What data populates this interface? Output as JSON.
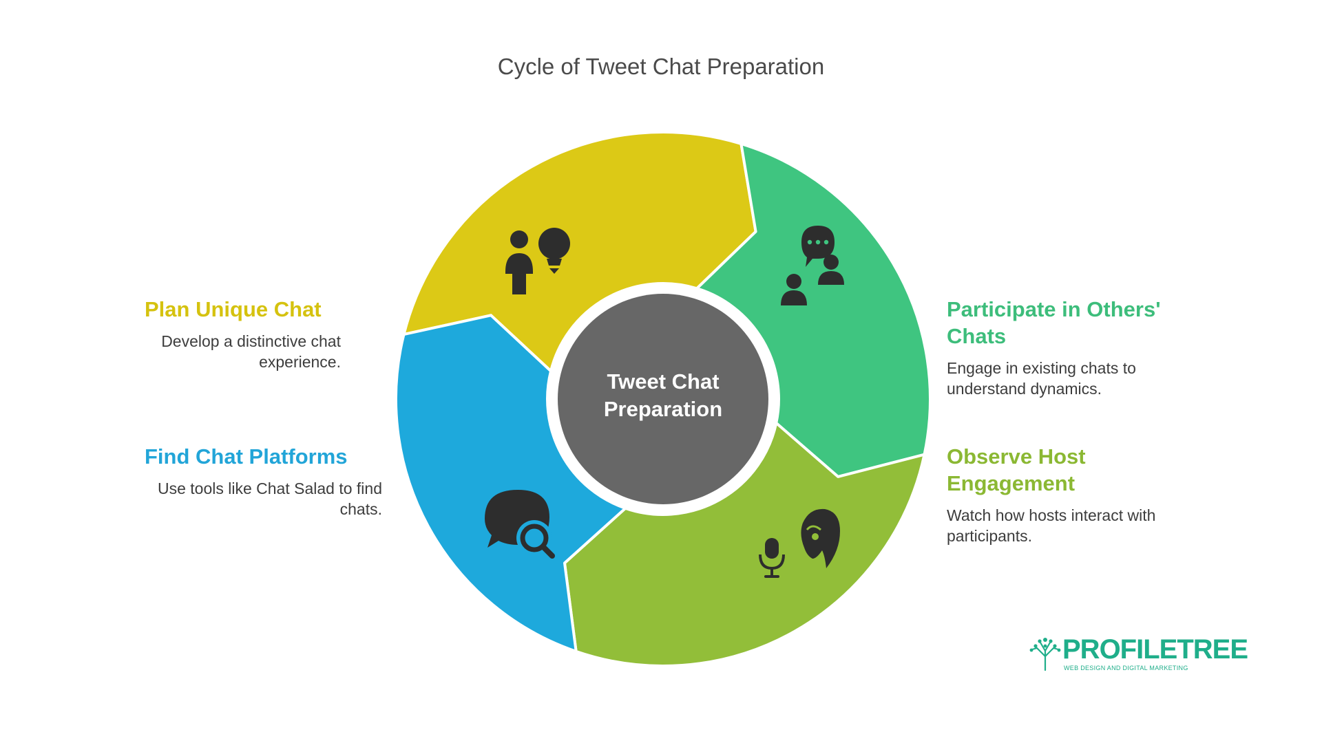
{
  "title": "Cycle of Tweet Chat Preparation",
  "center": {
    "line1": "Tweet Chat",
    "line2": "Preparation",
    "color": "#676767"
  },
  "steps": [
    {
      "title": "Plan Unique Chat",
      "description": "Develop a distinctive chat experience.",
      "color": "#dcc916",
      "text_color": "#d5c20f",
      "icon": "person-lightbulb-icon"
    },
    {
      "title": "Participate in Others' Chats",
      "description": "Engage in existing chats to understand dynamics.",
      "color": "#3fc580",
      "text_color": "#3dbd7b",
      "icon": "group-chat-icon"
    },
    {
      "title": "Observe Host Engagement",
      "description": "Watch how hosts interact with participants.",
      "color": "#92be39",
      "text_color": "#8bb833",
      "icon": "host-microphone-icon"
    },
    {
      "title": "Find Chat Platforms",
      "description": "Use tools like Chat Salad to find chats.",
      "color": "#1ea9dc",
      "text_color": "#22a5d8",
      "icon": "chat-search-icon"
    }
  ],
  "logo": {
    "name": "PROFILETREE",
    "tagline": "WEB DESIGN AND DIGITAL MARKETING",
    "color": "#1fae8a",
    "icon": "tree-logo-icon"
  }
}
